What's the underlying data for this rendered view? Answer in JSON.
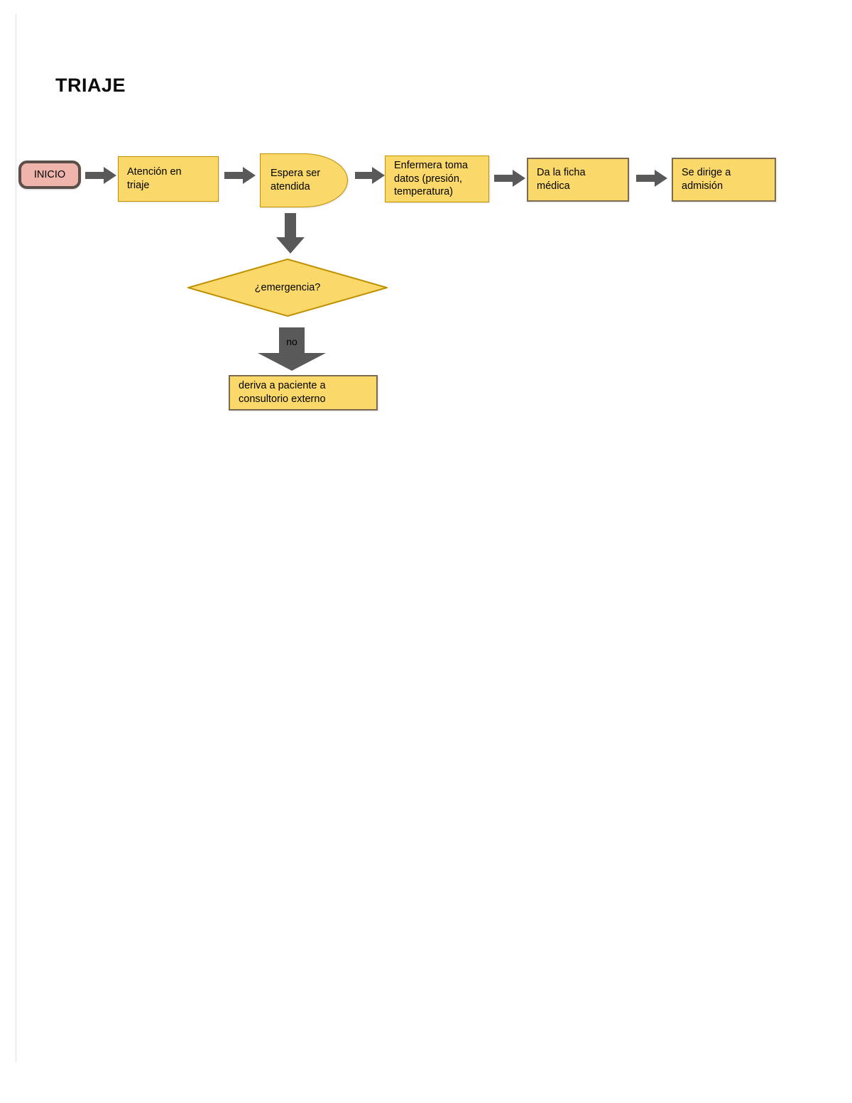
{
  "document": {
    "title": "TRIAJE"
  },
  "diagram": {
    "type": "flowchart",
    "orientation": "left-to-right with downward branch",
    "colors": {
      "process_fill": "#FAD96A",
      "process_border": "#BF9000",
      "terminator_fill": "#EFB5AC",
      "terminator_border": "#5B5049",
      "arrow_fill": "#595959",
      "text": "#000000",
      "margin_rule": "#DCDCF5",
      "page_background": "#FFFFFF"
    },
    "nodes": [
      {
        "id": "inicio",
        "shape": "terminator",
        "label": "INICIO"
      },
      {
        "id": "atencion",
        "shape": "process",
        "label": "Atención en\ntriaje"
      },
      {
        "id": "espera",
        "shape": "delay",
        "label": "Espera ser\natendida"
      },
      {
        "id": "enfermera",
        "shape": "process",
        "label": "Enfermera toma\ndatos (presión,\ntemperatura)"
      },
      {
        "id": "ficha",
        "shape": "process",
        "label": "Da la ficha\nmédica"
      },
      {
        "id": "admision",
        "shape": "process",
        "label": "Se dirige a\nadmisión"
      },
      {
        "id": "emergencia",
        "shape": "decision",
        "label": "¿emergencia?"
      },
      {
        "id": "consultorio",
        "shape": "process",
        "label": "deriva a paciente a\nconsultorio externo"
      }
    ],
    "edges": [
      {
        "from": "inicio",
        "to": "atencion",
        "direction": "right",
        "label": ""
      },
      {
        "from": "atencion",
        "to": "espera",
        "direction": "right",
        "label": ""
      },
      {
        "from": "espera",
        "to": "enfermera",
        "direction": "right",
        "label": ""
      },
      {
        "from": "enfermera",
        "to": "ficha",
        "direction": "right",
        "label": ""
      },
      {
        "from": "ficha",
        "to": "admision",
        "direction": "right",
        "label": ""
      },
      {
        "from": "espera",
        "to": "emergencia",
        "direction": "down",
        "label": ""
      },
      {
        "from": "emergencia",
        "to": "consultorio",
        "direction": "down",
        "label": "no"
      }
    ],
    "edge_labels": {
      "no": "no"
    }
  }
}
